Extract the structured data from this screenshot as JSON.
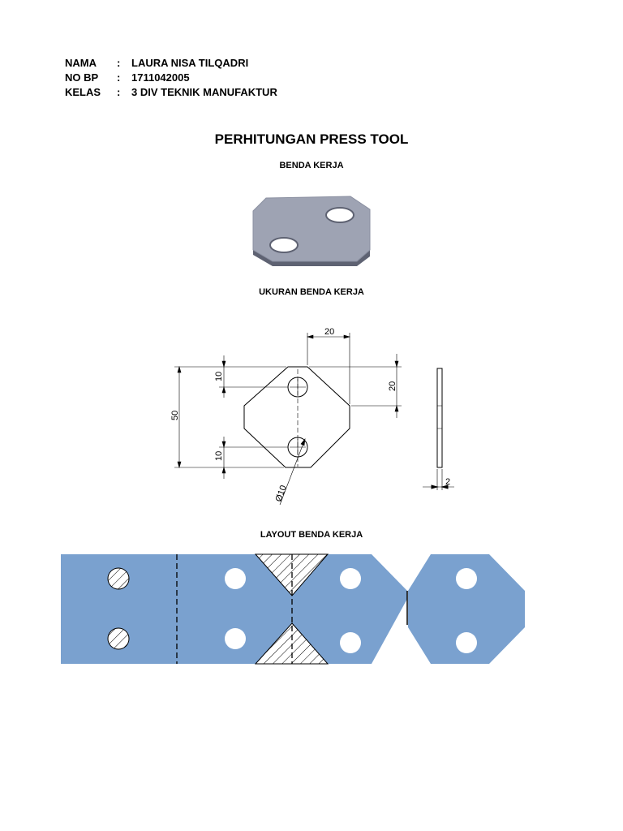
{
  "header": {
    "rows": [
      {
        "label": "NAMA",
        "colon": ":",
        "value": "LAURA NISA TILQADRI"
      },
      {
        "label": "NO BP",
        "colon": ":",
        "value": "1711042005"
      },
      {
        "label": "KELAS",
        "colon": ":",
        "value": "3 DIV TEKNIK MANUFAKTUR"
      }
    ]
  },
  "title": "PERHITUNGAN PRESS TOOL",
  "sections": {
    "benda_kerja": "BENDA KERJA",
    "ukuran": "UKURAN BENDA KERJA",
    "layout": "LAYOUT BENDA KERJA"
  },
  "dimensions": {
    "top_width": "20",
    "top_hole_offset": "10",
    "height": "50",
    "right_chamfer": "20",
    "bottom_hole_offset": "10",
    "hole_diameter": "Ø10",
    "thickness": "2"
  },
  "colors": {
    "strip": "#7aa1cf",
    "part_face": "#9ea3b3",
    "part_edge": "#5e6272"
  }
}
